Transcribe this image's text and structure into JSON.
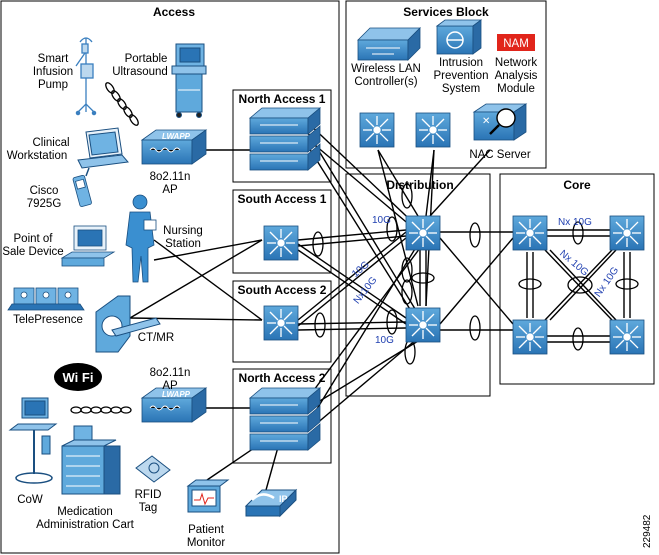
{
  "blocks": {
    "access": "Access",
    "services": "Services Block",
    "distribution": "Distribution",
    "core": "Core"
  },
  "access_switches": {
    "north1": "North Access 1",
    "south1": "South Access 1",
    "south2": "South Access 2",
    "north2": "North Access 2"
  },
  "devices": {
    "infusion_l1": "Smart",
    "infusion_l2": "Infusion",
    "infusion_l3": "Pump",
    "ultrasound_l1": "Portable",
    "ultrasound_l2": "Ultrasound",
    "clinical_l1": "Clinical",
    "clinical_l2": "Workstation",
    "ap1_l1": "8o2.11n",
    "ap1_l2": "AP",
    "cisco_l1": "Cisco",
    "cisco_l2": "7925G",
    "nursing_l1": "Nursing",
    "nursing_l2": "Station",
    "pos_l1": "Point of",
    "pos_l2": "Sale Device",
    "telepresence": "TelePresence",
    "ctmr": "CT/MR",
    "ap2_l1": "8o2.11n",
    "ap2_l2": "AP",
    "cow": "CoW",
    "cart_l1": "Medication",
    "cart_l2": "Administration Cart",
    "rfid_l1": "RFID",
    "rfid_l2": "Tag",
    "monitor_l1": "Patient",
    "monitor_l2": "Monitor",
    "lwapp": "LWAPP",
    "ip": "IP",
    "wifi_logo": "Wi Fi"
  },
  "services": {
    "wlc_l1": "Wireless LAN",
    "wlc_l2": "Controller(s)",
    "ips_l1": "Intrusion",
    "ips_l2": "Prevention",
    "ips_l3": "System",
    "nam_badge": "NAM",
    "nam_l1": "Network",
    "nam_l2": "Analysis",
    "nam_l3": "Module",
    "nac": "NAC Server"
  },
  "links": {
    "l1": "10G",
    "l2": "10G",
    "l3": "Nx10G",
    "l4": "10G",
    "l5": "Nx 10G",
    "l6": "Nx 10G",
    "l7": "Nx 10G"
  },
  "figure_id": "229482"
}
